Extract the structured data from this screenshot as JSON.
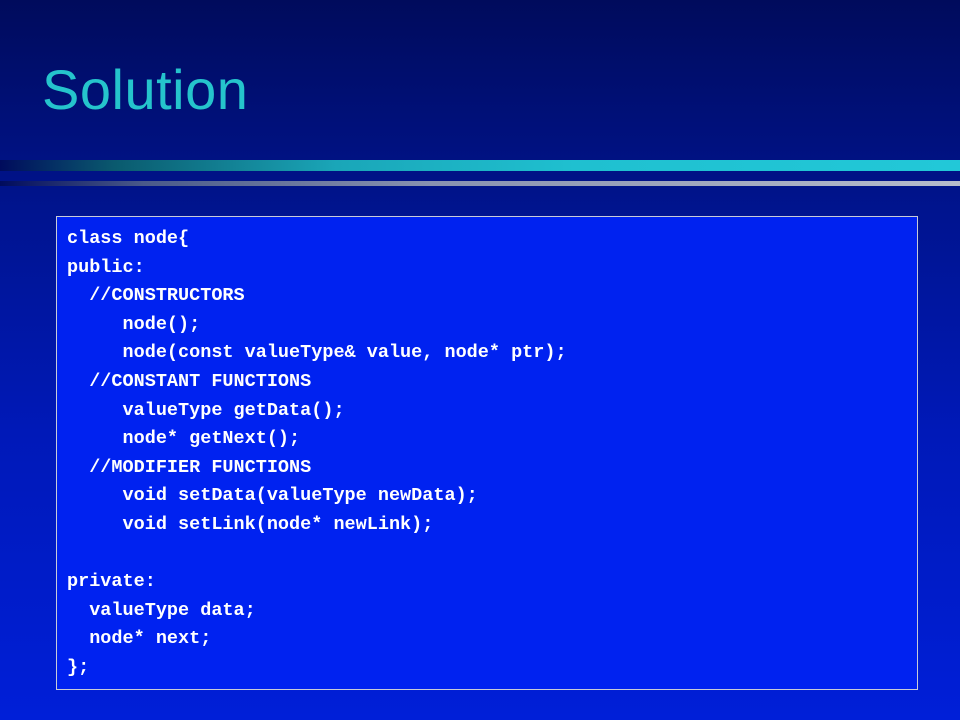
{
  "slide": {
    "title": "Solution"
  },
  "code": {
    "lines": [
      "class node{",
      "public:",
      "  //CONSTRUCTORS",
      "     node();",
      "     node(const valueType& value, node* ptr);",
      "  //CONSTANT FUNCTIONS",
      "     valueType getData();",
      "     node* getNext();",
      "  //MODIFIER FUNCTIONS",
      "     void setData(valueType newData);",
      "     void setLink(node* newLink);",
      "",
      "private:",
      "  valueType data;",
      "  node* next;",
      "};"
    ]
  },
  "colors": {
    "background": "#001490",
    "title": "#25c4cc",
    "code_box": "#0022f0",
    "code_text": "#ffffff"
  }
}
